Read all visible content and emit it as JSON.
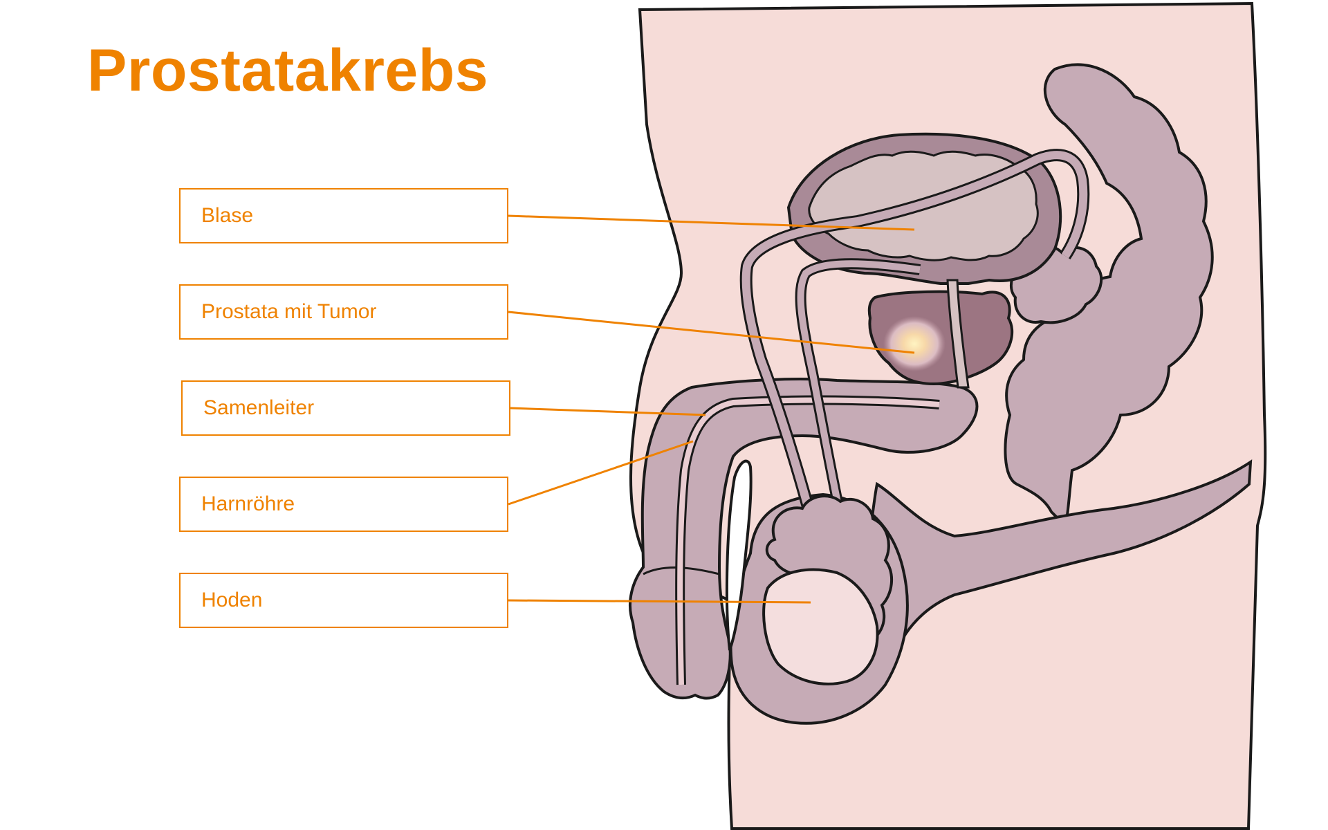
{
  "title": "Prostatakrebs",
  "labels": [
    {
      "key": "bladder",
      "text": "Blase"
    },
    {
      "key": "prostate-tumor",
      "text": "Prostata mit Tumor"
    },
    {
      "key": "vas-deferens",
      "text": "Samenleiter"
    },
    {
      "key": "urethra",
      "text": "Harnröhre"
    },
    {
      "key": "testis",
      "text": "Hoden"
    }
  ],
  "colors": {
    "accent": "#ef8200",
    "skin": "#f6dcd8",
    "organ": "#c6abb6",
    "bladder": "#d6c2c3",
    "bladder_wall": "#a98a97",
    "prostate": "#9c7582",
    "testis": "#f4dede",
    "outline": "#1a1a1a"
  }
}
